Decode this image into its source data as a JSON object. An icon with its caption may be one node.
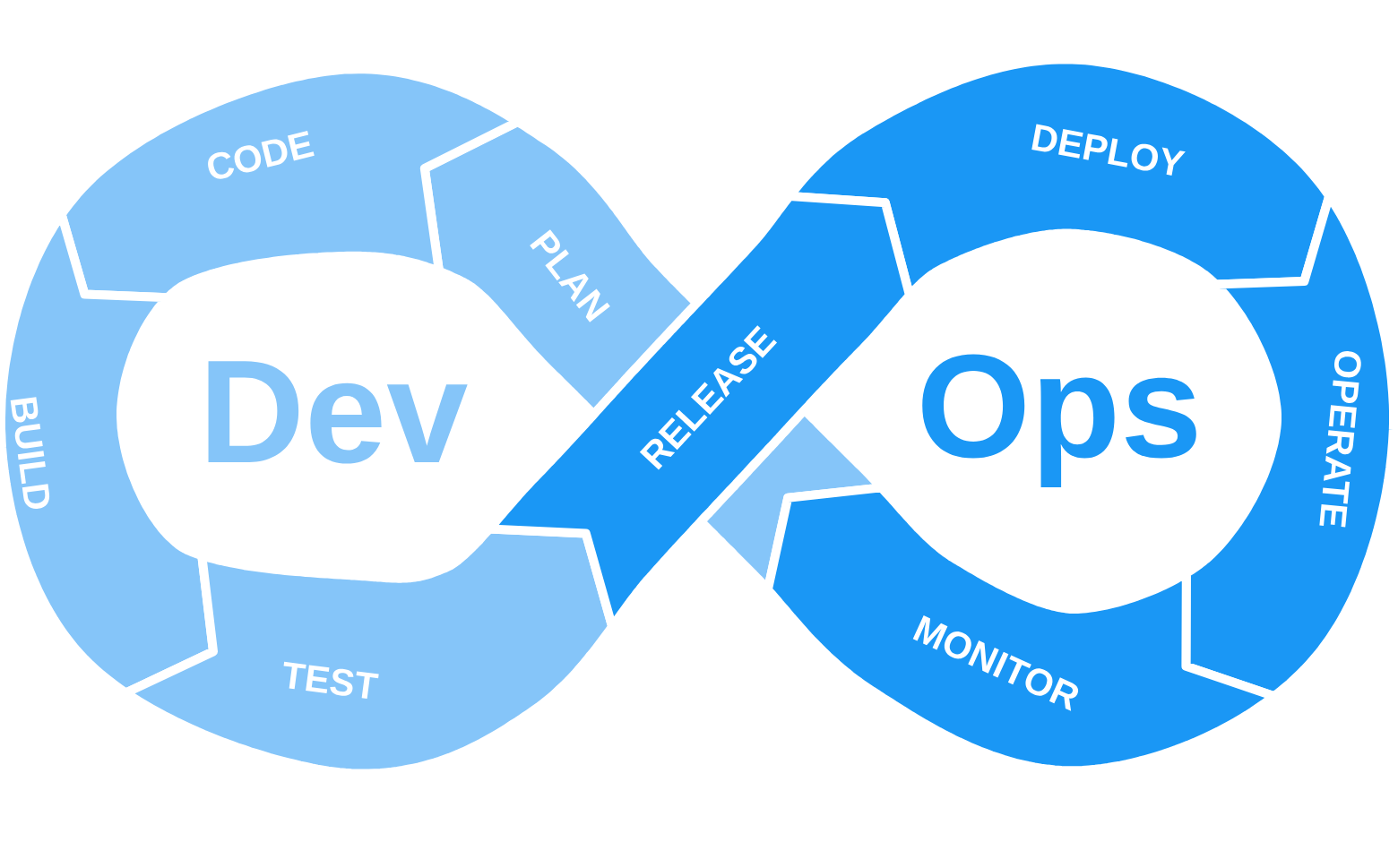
{
  "diagram": {
    "nodes": [
      {
        "text": [
          "PLAN"
        ]
      },
      {
        "text": [
          "CODE"
        ]
      },
      {
        "text": [
          "BUILD"
        ]
      },
      {
        "text": [
          "TEST"
        ]
      },
      {
        "text": [
          "RELEASE"
        ]
      },
      {
        "text": [
          "DEPLOY"
        ]
      },
      {
        "text": [
          "OPERATE"
        ]
      },
      {
        "text": [
          "MONITOR"
        ]
      }
    ],
    "labels": [
      "Dev",
      "Ops"
    ]
  }
}
